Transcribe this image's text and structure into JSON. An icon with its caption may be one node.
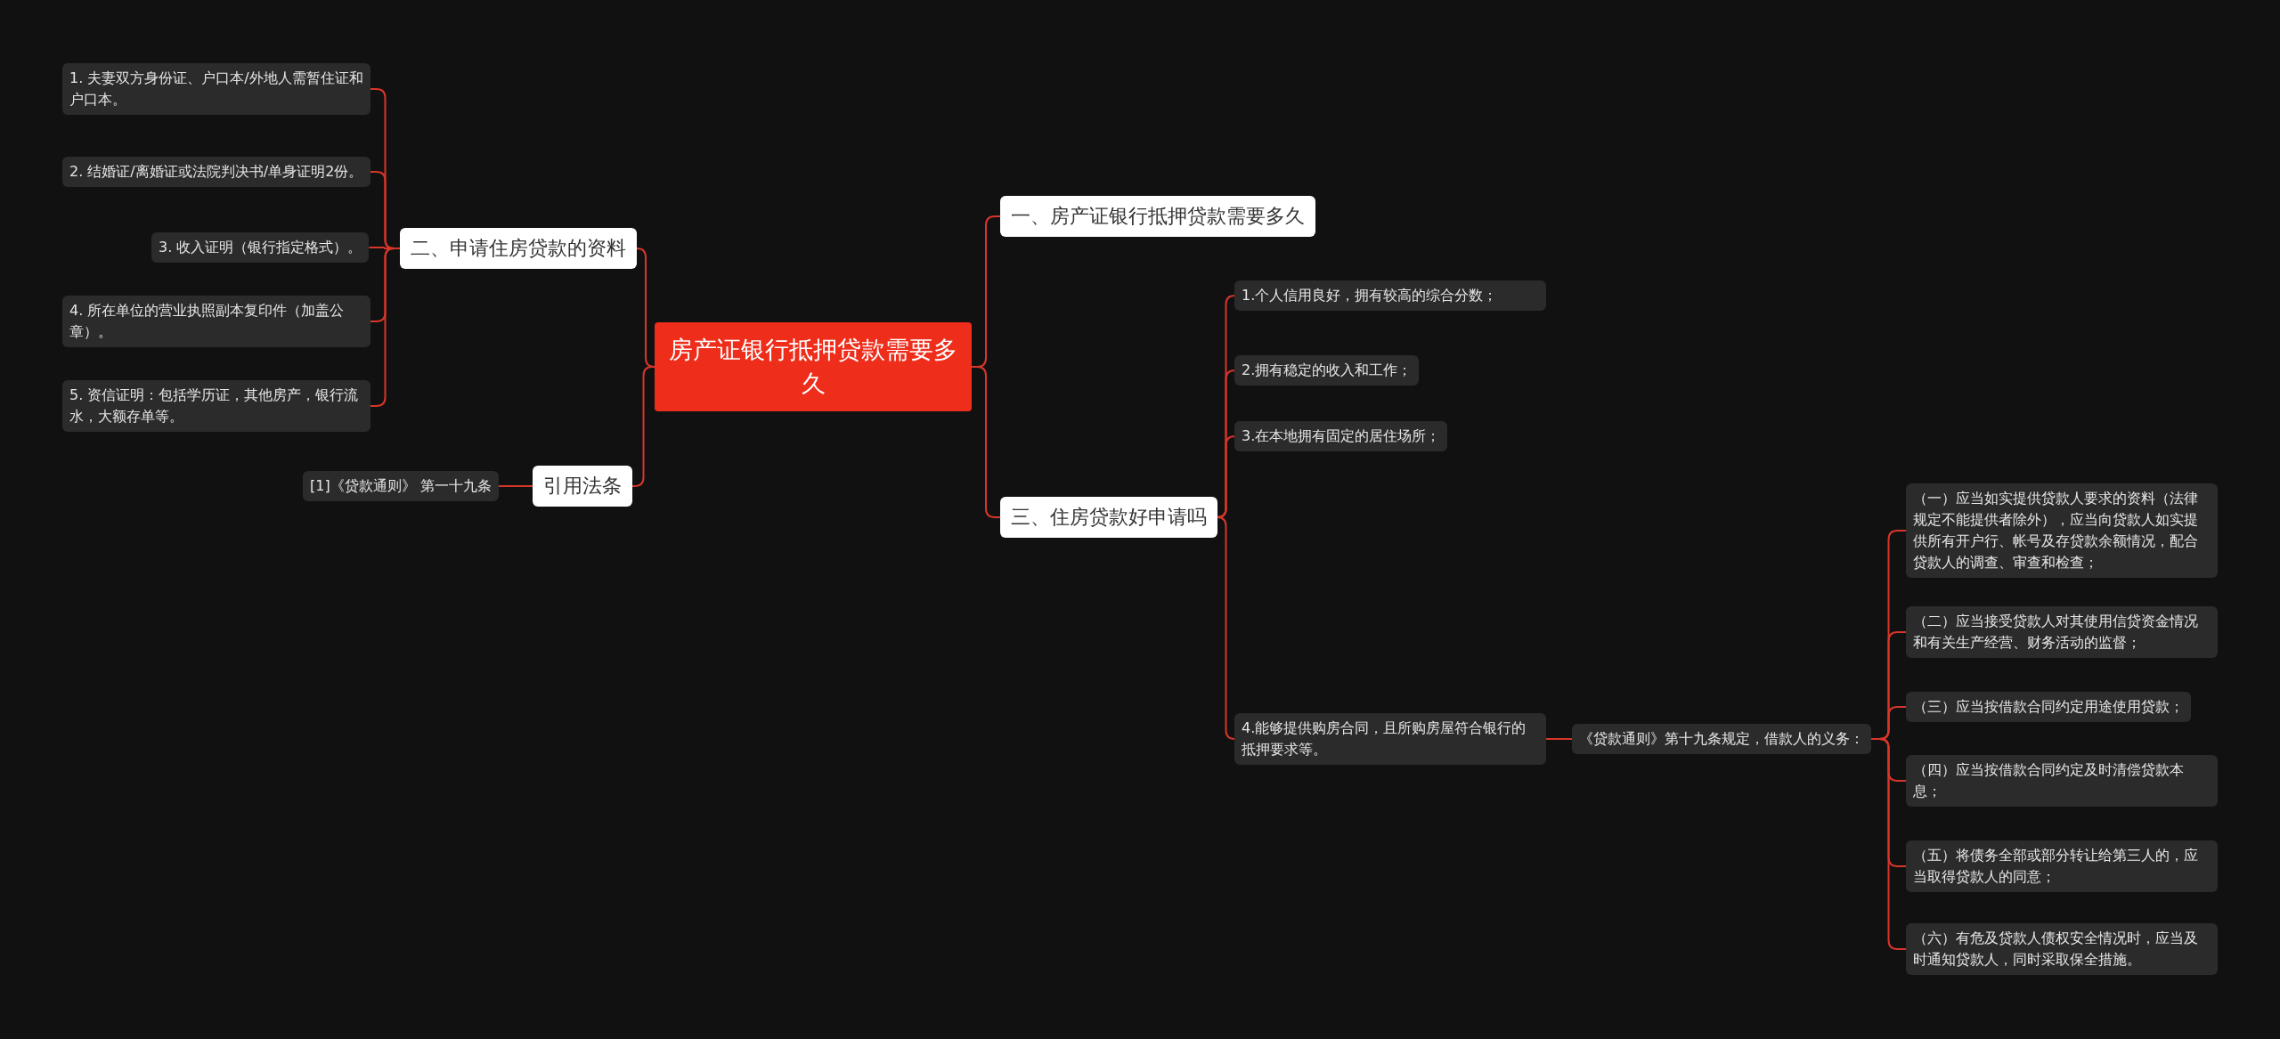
{
  "diagram": {
    "nodes": [
      {
        "text": [
          "房产证银行抵押贷款需要多久"
        ]
      },
      {
        "text": [
          "一、房产证银行抵押贷款需要多久"
        ]
      },
      {
        "text": [
          "三、住房贷款好申请吗"
        ]
      },
      {
        "text": [
          "1.个人信用良好，拥有较高的综合分数；"
        ]
      },
      {
        "text": [
          "2.拥有稳定的收入和工作；"
        ]
      },
      {
        "text": [
          "3.在本地拥有固定的居住场所；"
        ]
      },
      {
        "text": [
          "4.能够提供购房合同，且所购房屋符合银行的抵押要求等。"
        ]
      },
      {
        "text": [
          "《贷款通则》第十九条规定，借款人的义务："
        ]
      },
      {
        "text": [
          "（一）应当如实提供贷款人要求的资料（法律规定不能提供者除外），应当向贷款人如实提供所有开户行、帐号及存贷款余额情况，配合贷款人的调查、审查和检查；"
        ]
      },
      {
        "text": [
          "（二）应当接受贷款人对其使用信贷资金情况和有关生产经营、财务活动的监督；"
        ]
      },
      {
        "text": [
          "（三）应当按借款合同约定用途使用贷款；"
        ]
      },
      {
        "text": [
          "（四）应当按借款合同约定及时清偿贷款本息；"
        ]
      },
      {
        "text": [
          "（五）将债务全部或部分转让给第三人的，应当取得贷款人的同意；"
        ]
      },
      {
        "text": [
          "（六）有危及贷款人债权安全情况时，应当及时通知贷款人，同时采取保全措施。"
        ]
      },
      {
        "text": [
          "二、申请住房贷款的资料"
        ]
      },
      {
        "text": [
          "1. 夫妻双方身份证、户口本/外地人需暂住证和户口本。"
        ]
      },
      {
        "text": [
          "2. 结婚证/离婚证或法院判决书/单身证明2份。"
        ]
      },
      {
        "text": [
          "3. 收入证明（银行指定格式）。"
        ]
      },
      {
        "text": [
          "4. 所在单位的营业执照副本复印件（加盖公章）。"
        ]
      },
      {
        "text": [
          "5. 资信证明：包括学历证，其他房产，银行流水，大额存单等。"
        ]
      },
      {
        "text": [
          "引用法条"
        ]
      },
      {
        "text": [
          "[1]《贷款通则》 第一十九条"
        ]
      }
    ],
    "edges": [
      {
        "from": 0,
        "to": 1,
        "arrow": "none"
      },
      {
        "from": 0,
        "to": 2,
        "arrow": "none"
      },
      {
        "from": 2,
        "to": 3,
        "arrow": "none"
      },
      {
        "from": 2,
        "to": 4,
        "arrow": "none"
      },
      {
        "from": 2,
        "to": 5,
        "arrow": "none"
      },
      {
        "from": 2,
        "to": 6,
        "arrow": "none"
      },
      {
        "from": 6,
        "to": 7,
        "arrow": "none"
      },
      {
        "from": 7,
        "to": 8,
        "arrow": "none"
      },
      {
        "from": 7,
        "to": 9,
        "arrow": "none"
      },
      {
        "from": 7,
        "to": 10,
        "arrow": "none"
      },
      {
        "from": 7,
        "to": 11,
        "arrow": "none"
      },
      {
        "from": 7,
        "to": 12,
        "arrow": "none"
      },
      {
        "from": 7,
        "to": 13,
        "arrow": "none"
      },
      {
        "from": 0,
        "to": 14,
        "arrow": "none"
      },
      {
        "from": 14,
        "to": 15,
        "arrow": "none"
      },
      {
        "from": 14,
        "to": 16,
        "arrow": "none"
      },
      {
        "from": 14,
        "to": 17,
        "arrow": "none"
      },
      {
        "from": 14,
        "to": 18,
        "arrow": "none"
      },
      {
        "from": 14,
        "to": 19,
        "arrow": "none"
      },
      {
        "from": 0,
        "to": 20,
        "arrow": "none"
      },
      {
        "from": 20,
        "to": 21,
        "arrow": "none"
      }
    ]
  }
}
